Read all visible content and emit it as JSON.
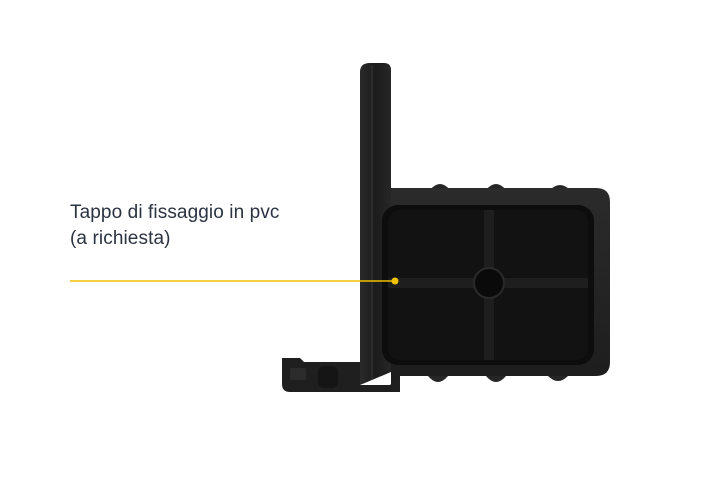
{
  "annotation": {
    "line1": "Tappo di fissaggio in pvc",
    "line2": "(a richiesta)",
    "leader_color": "#f2c200"
  },
  "product": {
    "icon": "pvc-end-cap-profile-image",
    "body_color": "#1b1b1b"
  }
}
